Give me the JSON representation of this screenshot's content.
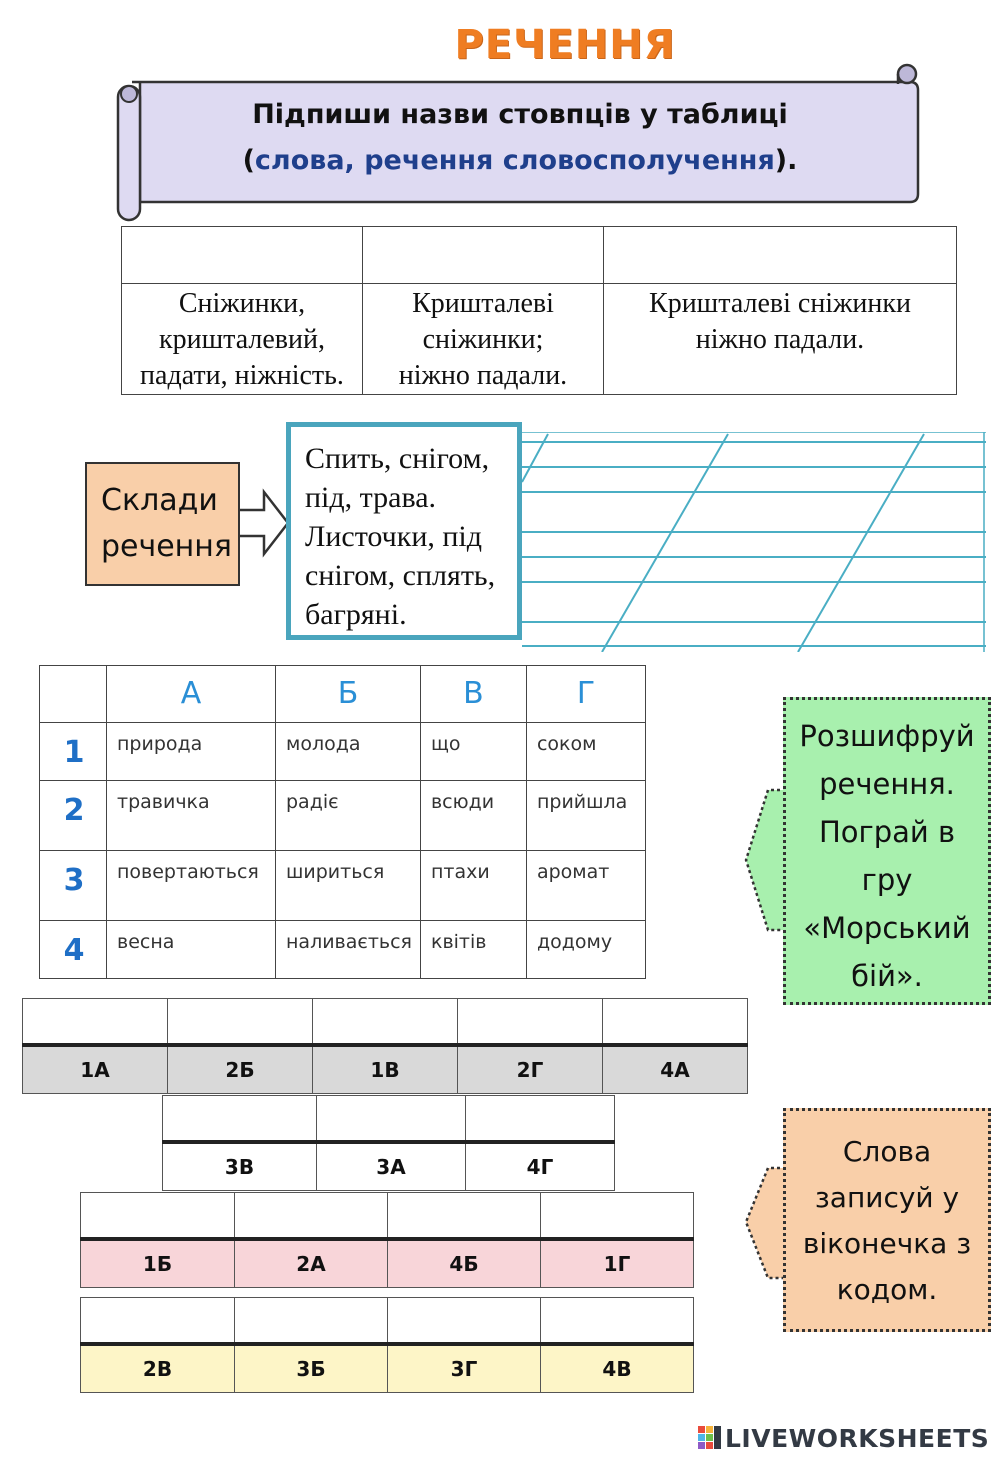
{
  "title": "РЕЧЕННЯ",
  "instruction": {
    "line1": "Підпиши назви стовпців у таблиці",
    "open_paren": "(",
    "terms": "слова, речення словосполучення",
    "close_paren": ")."
  },
  "table1": {
    "headers": [
      "",
      "",
      ""
    ],
    "cells": [
      [
        "Сніжинки,",
        "кришталевий,",
        "падати, ніжність."
      ],
      [
        "Кришталеві",
        "сніжинки;",
        "ніжно падали."
      ],
      [
        "Кришталеві сніжинки",
        "ніжно падали."
      ]
    ]
  },
  "compose": {
    "label_lines": [
      "Склади",
      "речення"
    ],
    "word_lines": [
      "Спить, снігом,",
      "під, трава.",
      "Листочки, під",
      "снігом, сплять,",
      "багряні."
    ]
  },
  "grid": {
    "col_headers": [
      "",
      "А",
      "Б",
      "В",
      "Г"
    ],
    "rows": [
      {
        "num": "1",
        "words": [
          "природа",
          "молода",
          "що",
          "соком"
        ]
      },
      {
        "num": "2",
        "words": [
          "травичка",
          "радіє",
          "всюди",
          "прийшла"
        ]
      },
      {
        "num": "3",
        "words": [
          "повертаються",
          "шириться",
          "птахи",
          "аромат"
        ]
      },
      {
        "num": "4",
        "words": [
          "весна",
          "наливається",
          "квітів",
          "додому"
        ]
      }
    ]
  },
  "decode_callout": {
    "lines": [
      "Розшифруй",
      "речення.",
      "Пограй  в",
      "гру",
      "«Морський",
      "бій»."
    ],
    "bg": "#a8f0ae"
  },
  "codes": {
    "row1": [
      "1А",
      "2Б",
      "1В",
      "2Г",
      "4А"
    ],
    "row2": [
      "3В",
      "3А",
      "4Г"
    ],
    "row3": [
      "1Б",
      "2А",
      "4Б",
      "1Г"
    ],
    "row4": [
      "2В",
      "3Б",
      "3Г",
      "4В"
    ]
  },
  "write_callout": {
    "lines": [
      "Слова",
      "записуй у",
      "віконечка з",
      "кодом."
    ],
    "bg": "#f9cfa9"
  },
  "logo": {
    "text": "LIVEWORKSHEETS",
    "icon": "liveworksheets-logo-icon"
  },
  "colors": {
    "title": "#ef7d22",
    "scroll_fill": "#dedaf2",
    "term_blue": "#1f3f8c",
    "words_border": "#4aa5bd",
    "grid_header_blue": "#2a8fd6"
  }
}
